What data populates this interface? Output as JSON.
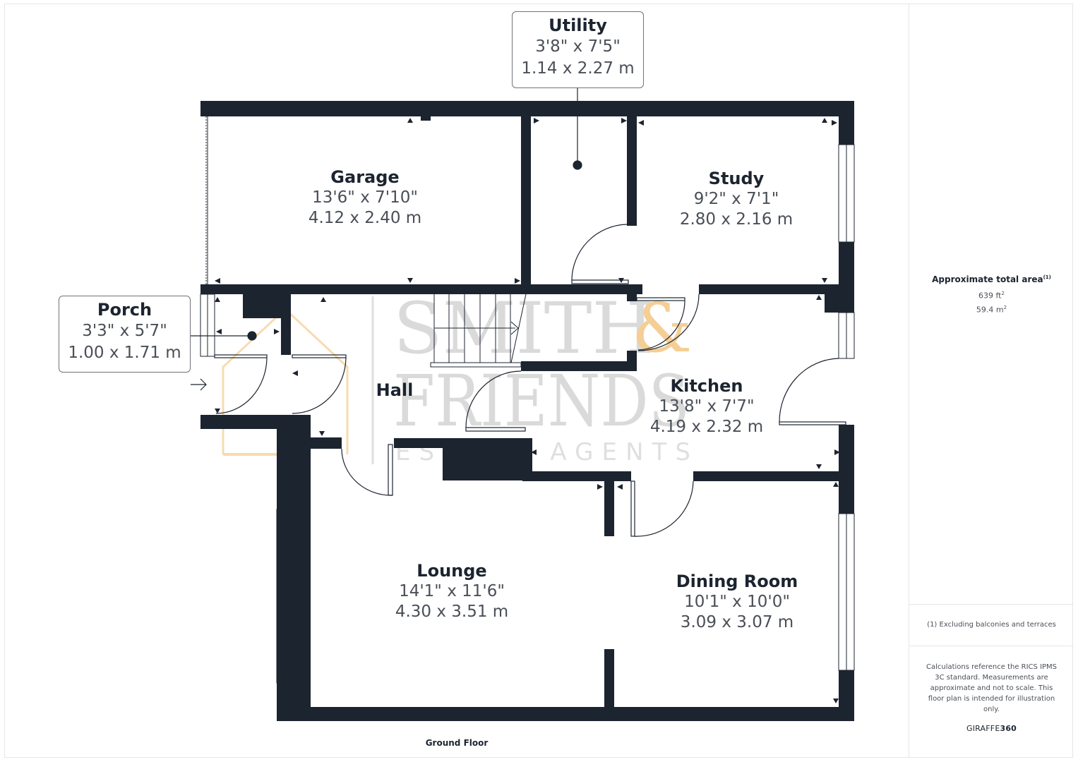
{
  "floor": {
    "title": "Ground Floor"
  },
  "rooms": [
    {
      "name": "Garage",
      "imperial": "13'6\" x 7'10\"",
      "metric": "4.12 x 2.40 m"
    },
    {
      "name": "Utility",
      "imperial": "3'8\" x 7'5\"",
      "metric": "1.14 x 2.27 m"
    },
    {
      "name": "Study",
      "imperial": "9'2\" x 7'1\"",
      "metric": "2.80 x 2.16 m"
    },
    {
      "name": "Porch",
      "imperial": "3'3\" x 5'7\"",
      "metric": "1.00 x 1.71 m"
    },
    {
      "name": "Hall"
    },
    {
      "name": "Kitchen",
      "imperial": "13'8\" x 7'7\"",
      "metric": "4.19 x 2.32 m"
    },
    {
      "name": "Lounge",
      "imperial": "14'1\" x 11'6\"",
      "metric": "4.30 x 3.51 m"
    },
    {
      "name": "Dining Room",
      "imperial": "10'1\" x 10'0\"",
      "metric": "3.09 x 3.07 m"
    }
  ],
  "watermark": {
    "line1": "SMITH",
    "ampersand": "&",
    "line2": "FRIENDS",
    "line3": "ESTATE AGENTS"
  },
  "side_panel": {
    "area_title": "Approximate total area",
    "area_footnote_mark": "(1)",
    "area_sqft": "639 ft",
    "area_sqm": "59.4 m",
    "unit_exp": "2",
    "footnote": "(1) Excluding balconies and terraces",
    "disclaimer": "Calculations reference the RICS IPMS 3C standard. Measurements are approximate and not to scale. This floor plan is intended for illustration only.",
    "brand_light": "GIRAFFE",
    "brand_bold": "360"
  },
  "colors": {
    "wall": "#1c2430",
    "watermark_gray": "#d6d6d6",
    "watermark_accent": "#f5c98a",
    "text_dark": "#1c2430",
    "text_gray": "#4a4f57"
  }
}
